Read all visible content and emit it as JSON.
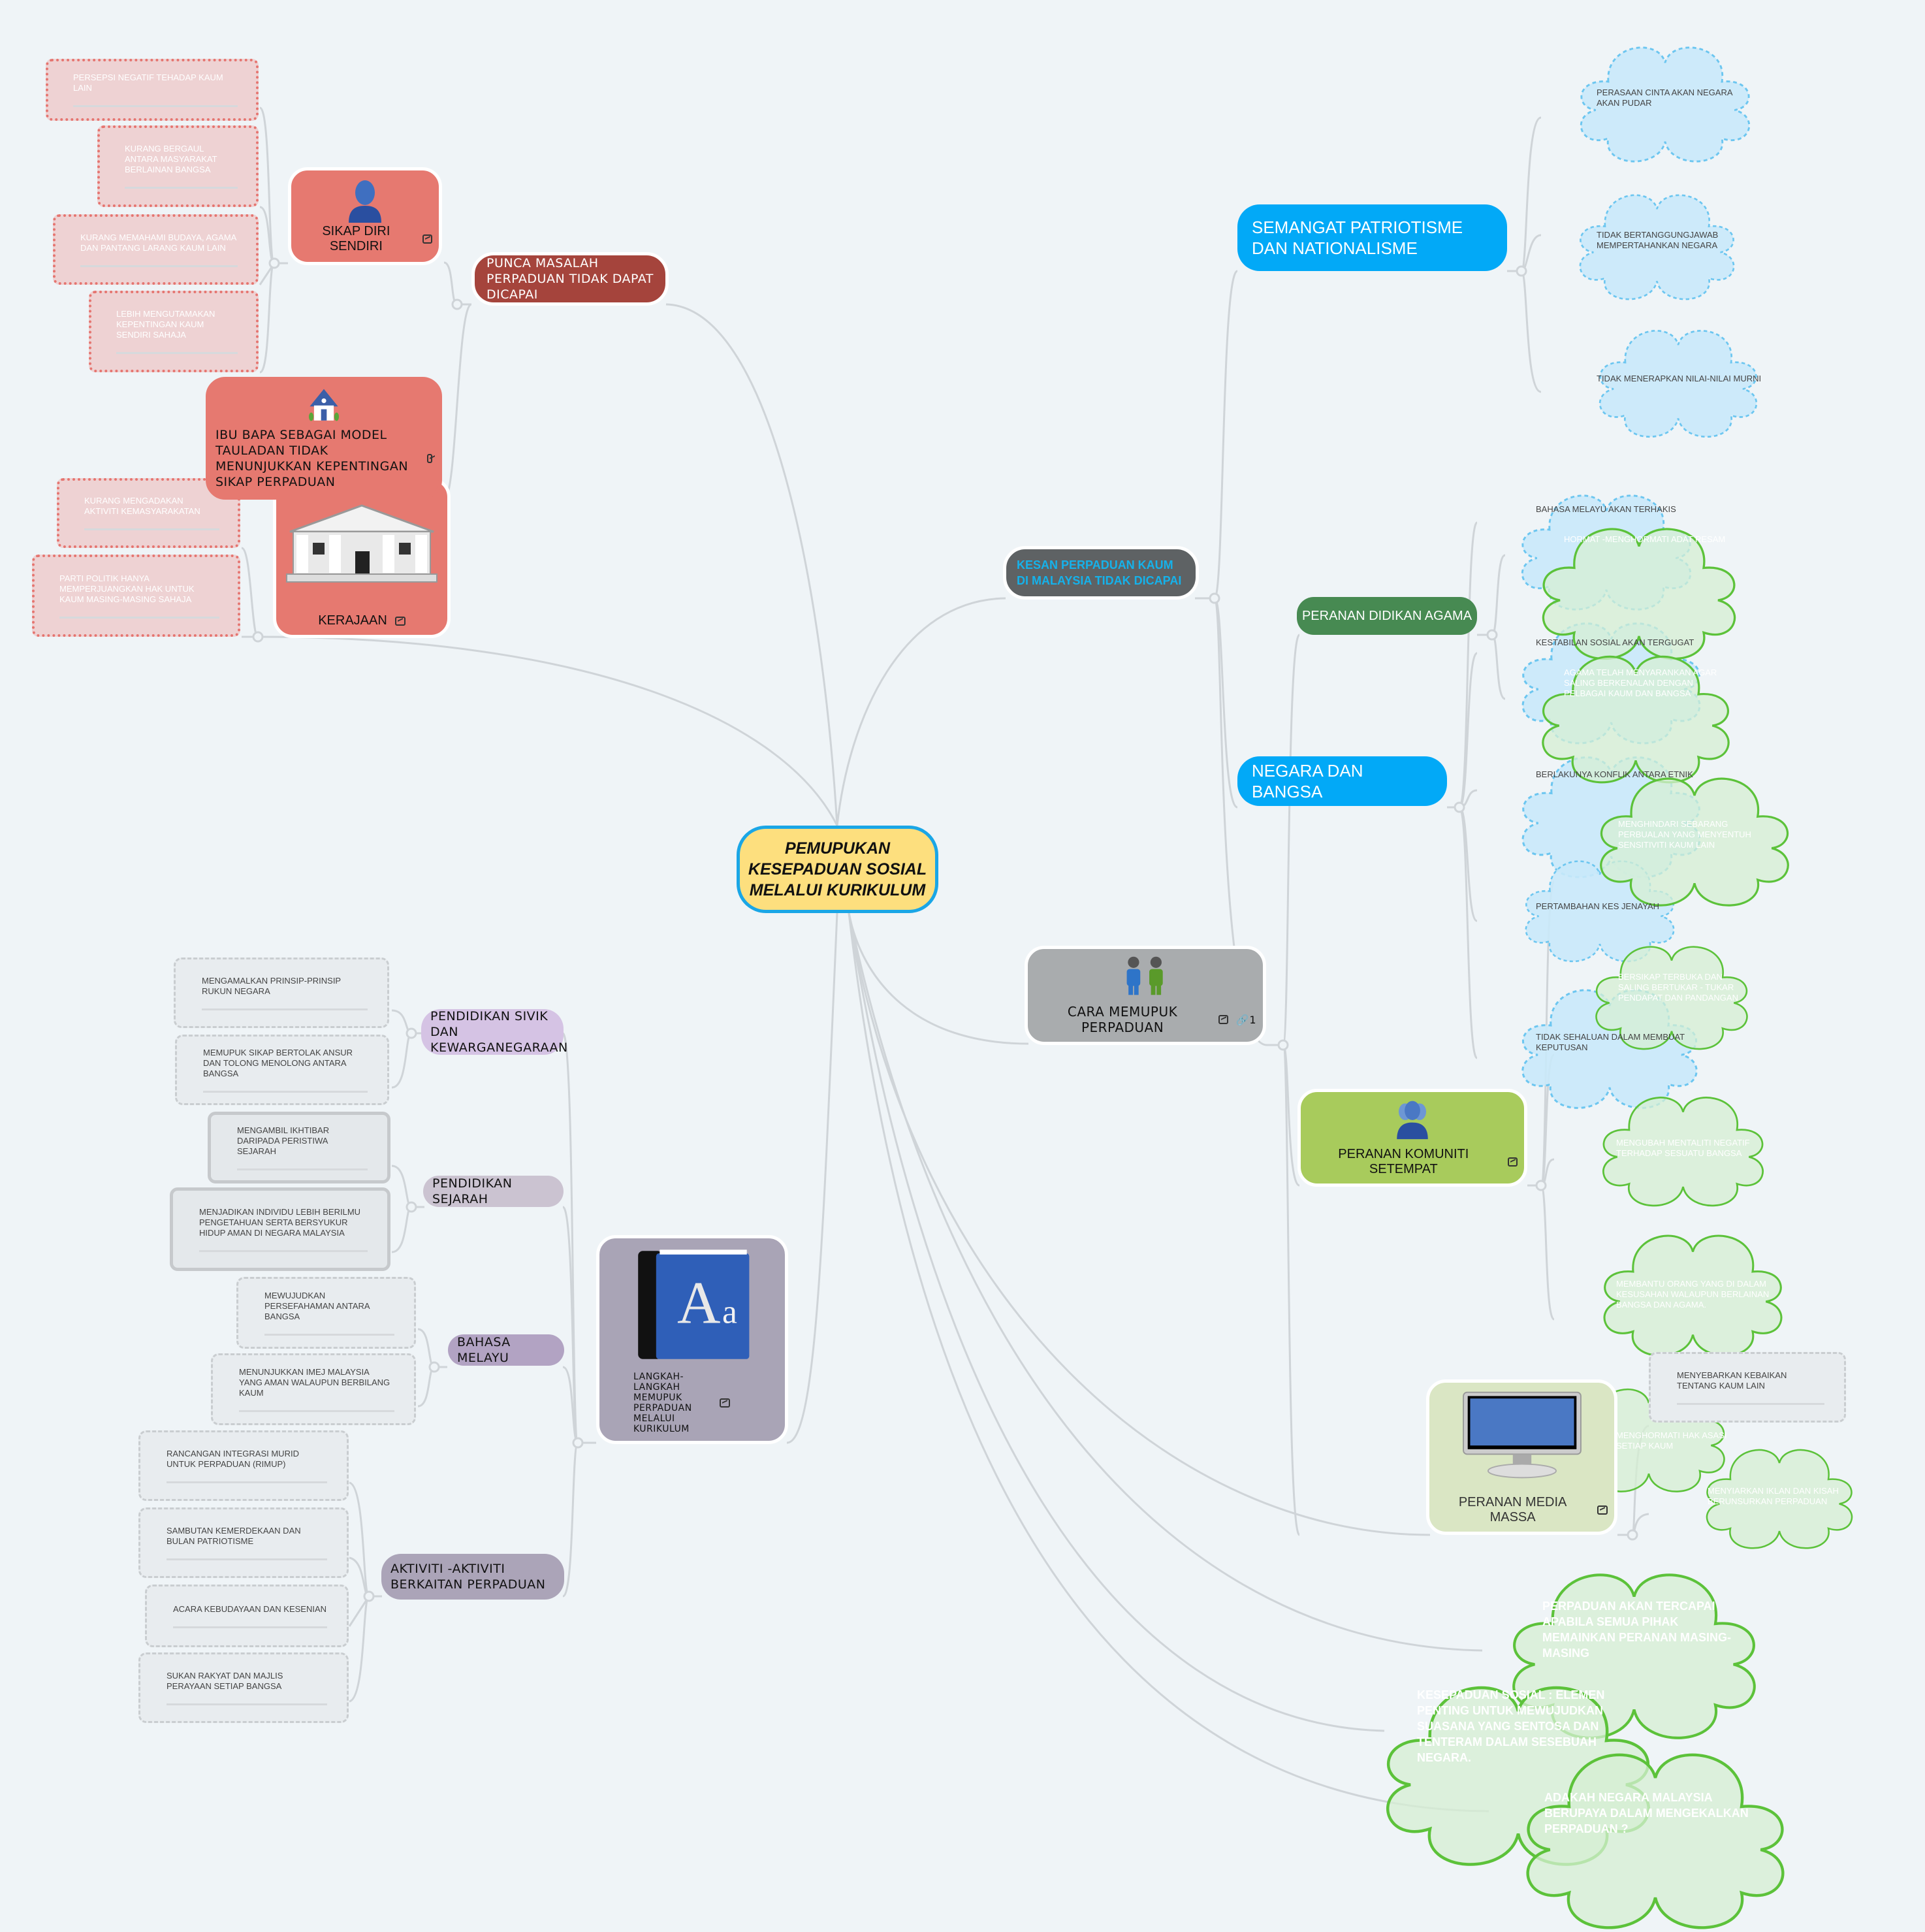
{
  "central_topic": "PEMUPUKAN KESEPADUAN SOSIAL MELALUI KURIKULUM",
  "colors": {
    "background": "#eff4f7",
    "central_fill": "#fddf7e",
    "central_border": "#1aa6e6",
    "punca_fill": "#a5443c",
    "pink_node": "#e67970",
    "blue_topic": "#02a9f7",
    "green_cloud_stroke": "#5cc23a",
    "blue_cloud_stroke": "#6cc6f0"
  },
  "left_top": {
    "punca": "PUNCA MASALAH PERPADUAN TIDAK DAPAT DICAPAI",
    "sikap": {
      "label": "SIKAP DIRI SENDIRI",
      "icon": "person-icon",
      "items": [
        "PERSEPSI NEGATIF TEHADAP KAUM LAIN",
        "KURANG BERGAUL ANTARA MASYARAKAT BERLAINAN BANGSA",
        "KURANG MEMAHAMI BUDAYA, AGAMA DAN PANTANG LARANG KAUM LAIN",
        "LEBIH MENGUTAMAKAN KEPENTINGAN KAUM SENDIRI SAHAJA"
      ]
    },
    "ibubapa": {
      "label": "IBU BAPA SEBAGAI MODEL TAULADAN TIDAK MENUNJUKKAN KEPENTINGAN SIKAP PERPADUAN",
      "icon": "house-icon"
    },
    "kerajaan": {
      "label": "KERAJAAN",
      "icon": "government-building-icon",
      "items": [
        "KURANG MENGADAKAN AKTIVITI KEMASYARAKATAN",
        "PARTI POLITIK HANYA MEMPERJUANGKAN HAK UNTUK KAUM MASING-MASING SAHAJA"
      ]
    }
  },
  "right_top": {
    "kesan": "KESAN PERPADUAN KAUM DI MALAYSIA TIDAK DICAPAI",
    "semangat": {
      "label": "SEMANGAT PATRIOTISME DAN NATIONALISME",
      "items": [
        "PERASAAN CINTA AKAN NEGARA AKAN PUDAR",
        "TIDAK BERTANGGUNGJAWAB MEMPERTAHANKAN NEGARA",
        "TIDAK MENERAPKAN NILAI-NILAI MURNI"
      ]
    },
    "negara": {
      "label": "NEGARA DAN BANGSA",
      "items": [
        "BAHASA MELAYU AKAN TERHAKIS",
        "KESTABILAN SOSIAL AKAN TERGUGAT",
        "BERLAKUNYA KONFLIK ANTARA ETNIK",
        "PERTAMBAHAN KES JENAYAH",
        "TIDAK SEHALUAN DALAM MEMBUAT KEPUTUSAN"
      ]
    }
  },
  "right_mid": {
    "cara": {
      "label": "CARA MEMUPUK PERPADUAN",
      "link_count": "1",
      "icon": "two-people-icon"
    },
    "agama": {
      "label": "PERANAN DIDIKAN AGAMA",
      "items": [
        "HORMAT -MENGHORMATI ADAT RESAM",
        "AGAMA TELAH MENYARANKAN AGAR SALING BERKENALAN DENGAN PELBAGAI KAUM DAN BANGSA"
      ]
    },
    "komuniti": {
      "label": "PERANAN KOMUNITI SETEMPAT",
      "icon": "group-icon",
      "items": [
        "MENGHINDARI SEBARANG PERBUALAN YANG MENYENTUH SENSITIVITI KAUM LAIN",
        "BERSIKAP TERBUKA DAN SALING  BERTUKAR - TUKAR PENDAPAT DAN PANDANGAN",
        "MENGUBAH MENTALITI NEGATIF TERHADAP SESUATU BANGSA",
        "MEMBANTU ORANG  YANG DI DALAM KESUSAHAN WALAUPUN BERLAINAN BANGSA DAN AGAMA."
      ]
    },
    "media": {
      "label": "PERANAN MEDIA MASSA",
      "icon": "monitor-icon",
      "items": [
        "MENYEBARKAN KEBAIKAN TENTANG KAUM LAIN",
        "MENGHORMATI HAK ASASI SETIAP KAUM",
        "MENYIARKAN IKLAN DAN KISAH BERUNSURKAN PERPADUAN"
      ]
    }
  },
  "bottom_right_clouds": [
    "PERPADUAN AKAN TERCAPAI APABILA SEMUA PIHAK MEMAINKAN PERANAN MASING-MASING",
    "KESEPADUAN SOSIAL : ELEMEN PENTING UNTUK MEWUJUDKAN SUASANA YANG SENTOSA DAN TENTERAM DALAM SESEBUAH NEGARA.",
    "ADAKAH NEGARA MALAYSIA BERUPAYA DALAM MENGEKALKAN PERPADUAN ?"
  ],
  "left_bottom": {
    "langkah": {
      "label": "LANGKAH-LANGKAH MEMUPUK PERPADUAN MELALUI KURIKULUM",
      "icon": "dictionary-book-icon"
    },
    "sivik": {
      "label": "PENDIDIKAN SIVIK DAN KEWARGANEGARAAN",
      "items": [
        "MENGAMALKAN PRINSIP-PRINSIP RUKUN NEGARA",
        "MEMUPUK SIKAP BERTOLAK ANSUR DAN TOLONG MENOLONG ANTARA BANGSA"
      ]
    },
    "sejarah": {
      "label": "PENDIDIKAN SEJARAH",
      "items": [
        "MENGAMBIL IKHTIBAR DARIPADA PERISTIWA SEJARAH",
        "MENJADIKAN INDIVIDU LEBIH BERILMU PENGETAHUAN SERTA BERSYUKUR HIDUP AMAN DI NEGARA MALAYSIA"
      ]
    },
    "bahasa": {
      "label": "BAHASA MELAYU",
      "items": [
        "MEWUJUDKAN PERSEFAHAMAN ANTARA BANGSA",
        "MENUNJUKKAN IMEJ MALAYSIA YANG AMAN WALAUPUN BERBILANG KAUM"
      ]
    },
    "aktiviti": {
      "label": "AKTIVITI -AKTIVITI BERKAITAN PERPADUAN",
      "items": [
        "RANCANGAN INTEGRASI MURID UNTUK PERPADUAN (RIMUP)",
        "SAMBUTAN KEMERDEKAAN DAN BULAN PATRIOTISME",
        "ACARA KEBUDAYAAN  DAN KESENIAN",
        "SUKAN RAKYAT DAN MAJLIS PERAYAAN SETIAP BANGSA"
      ]
    }
  }
}
